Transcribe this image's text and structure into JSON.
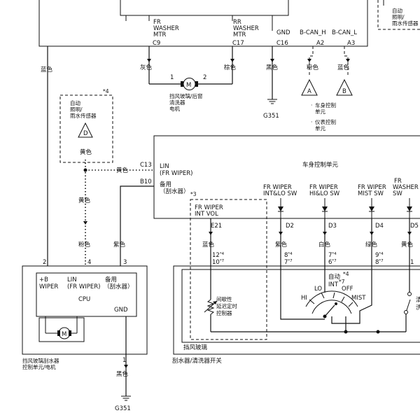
{
  "top_unit": {
    "fr_washer": [
      "FR",
      "WASHER",
      "MTR"
    ],
    "rr_washer": [
      "RR",
      "WASHER",
      "MTR"
    ],
    "gnd": "GND",
    "bcan_h": "B-CAN_H",
    "bcan_l": "B-CAN_L",
    "pins": {
      "c9": "C9",
      "c17": "C17",
      "c16": "C16",
      "a2": "A2",
      "a3": "A3"
    }
  },
  "top_right_sensor": [
    "自动",
    "照明/",
    "雨水传感器"
  ],
  "wires": {
    "blue_left": "蓝色",
    "gray": "灰色",
    "brown": "棕色",
    "black_top": "黑色",
    "pink_top": "粉色",
    "blue_top": "蓝色",
    "yellow_sensor": "黄色",
    "yellow_h": "黄色",
    "yellow_v": "黄色",
    "pink_v": "粉色",
    "purple_v": "紫色",
    "blue_int": "蓝色",
    "purple_d2": "紫色",
    "white_d3": "白色",
    "green_d4": "绿色",
    "yellow_d5": "黄色",
    "black_bottom": "黑色"
  },
  "washer_motor": {
    "pin1": "1",
    "pin2": "2",
    "motor_letter": "M",
    "label": [
      "挡风玻璃/后窗",
      "清洗器",
      "电机"
    ]
  },
  "grounds": {
    "top": "G351",
    "bottom": "G351"
  },
  "connectors": {
    "a": "A",
    "b": "B",
    "d": "D"
  },
  "can_notes": [
    "车身控制",
    "单元",
    "仪表控制",
    "单元"
  ],
  "sensor_left": {
    "note": "*4",
    "lines": [
      "自动",
      "照明/",
      "雨水传感器"
    ]
  },
  "bcu": {
    "title": "车身控制单元",
    "c13": "C13",
    "lin_label": [
      "LIN",
      "(FR WIPER)"
    ],
    "b10": "B10",
    "spare_label": [
      "备用",
      "（刮水器）"
    ],
    "note3": "*3",
    "int_vol": [
      "FR WIPER",
      "INT VOL"
    ],
    "e21": "E21",
    "sw_d2": [
      "FR WIPER",
      "INT&LO SW"
    ],
    "sw_d3": [
      "FR WIPER",
      "HI&LO SW"
    ],
    "sw_d4": [
      "FR WIPER",
      "MIST SW"
    ],
    "sw_d5": [
      "FR",
      "WASHER",
      "SW"
    ],
    "d2": "D2",
    "d3": "D3",
    "d4": "D4",
    "d5": "D5"
  },
  "switch_pins": {
    "p12": "12",
    "p10": "10",
    "p8a": "8",
    "p7a": "7",
    "p7b": "7",
    "p6": "6",
    "p9": "9",
    "p8b": "8",
    "p1": "1",
    "n4": "*4",
    "n7": "*7"
  },
  "switch_panel": {
    "intermittent": [
      "间歇性",
      "延迟定时",
      "控制器"
    ],
    "auto": "自动",
    "auto_note": "*4",
    "int": "INT",
    "int_note": "*7",
    "lo": "LO",
    "off": "OFF",
    "hi": "HI",
    "mist": "MIST",
    "right_cut": [
      "清",
      "洗"
    ],
    "glass": "挡风玻璃",
    "switch": "刮水器/清洗器开关"
  },
  "cpu_unit": {
    "pin2": "2",
    "pin4": "4",
    "pin3": "3",
    "b_plus": [
      "+B",
      "WIPER"
    ],
    "lin": [
      "LIN",
      "(FR WIPER)"
    ],
    "spare": [
      "备用",
      "（刮水器）"
    ],
    "cpu": "CPU",
    "gnd": "GND",
    "motor_letter": "M",
    "pin1": "1",
    "label": [
      "挡风玻璃刮水器",
      "控制单元/电机"
    ]
  }
}
